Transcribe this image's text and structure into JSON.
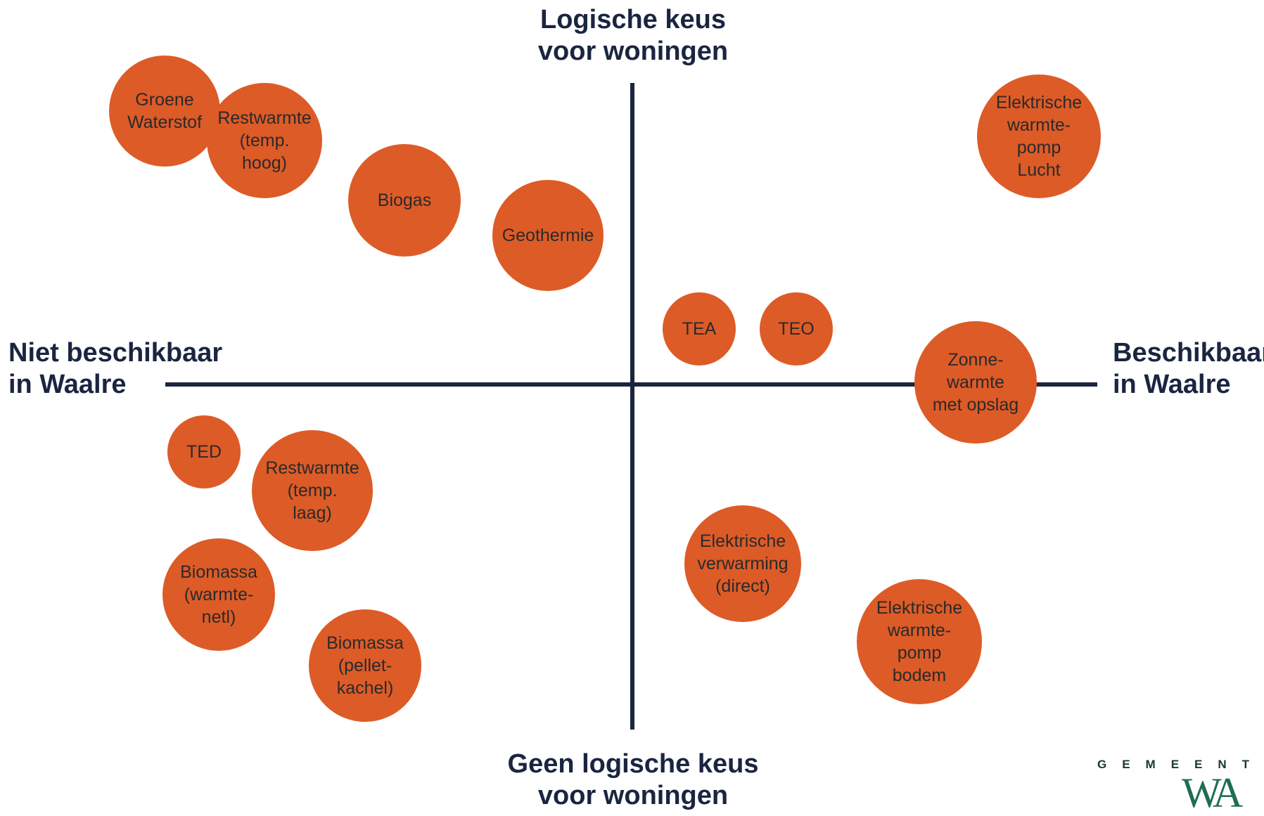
{
  "axes": {
    "top": "Logische keus\nvoor woningen",
    "bottom": "Geen logische keus\nvoor woningen",
    "left": "Niet beschikbaar\nin Waalre",
    "right": "Beschikbaar\nin Waalre"
  },
  "bubbles": [
    {
      "id": "groene-waterstof",
      "label": "Groene\nWaterstof"
    },
    {
      "id": "restwarmte-hoog",
      "label": "Restwarmte\n(temp.\nhoog)"
    },
    {
      "id": "biogas",
      "label": "Biogas"
    },
    {
      "id": "geothermie",
      "label": "Geothermie"
    },
    {
      "id": "ewp-lucht",
      "label": "Elektrische\nwarmte-\npomp\nLucht"
    },
    {
      "id": "tea",
      "label": "TEA"
    },
    {
      "id": "teo",
      "label": "TEO"
    },
    {
      "id": "zonnewarmte",
      "label": "Zonne-\nwarmte\nmet opslag"
    },
    {
      "id": "ted",
      "label": "TED"
    },
    {
      "id": "restwarmte-laag",
      "label": "Restwarmte\n(temp.\nlaag)"
    },
    {
      "id": "biomassa-warmtenet",
      "label": "Biomassa\n(warmte-\nnetl)"
    },
    {
      "id": "biomassa-pelletkachel",
      "label": "Biomassa\n(pellet-\nkachel)"
    },
    {
      "id": "elektrische-verwarming",
      "label": "Elektrische\nverwarming\n(direct)"
    },
    {
      "id": "ewp-bodem",
      "label": "Elektrische\nwarmte-\npomp\nbodem"
    }
  ],
  "colors": {
    "bubble": "#dd5b27",
    "axis": "#1a2540",
    "logo": "#1e6e50"
  },
  "logo": {
    "top": "GEMEENTE",
    "mark": "WA"
  }
}
